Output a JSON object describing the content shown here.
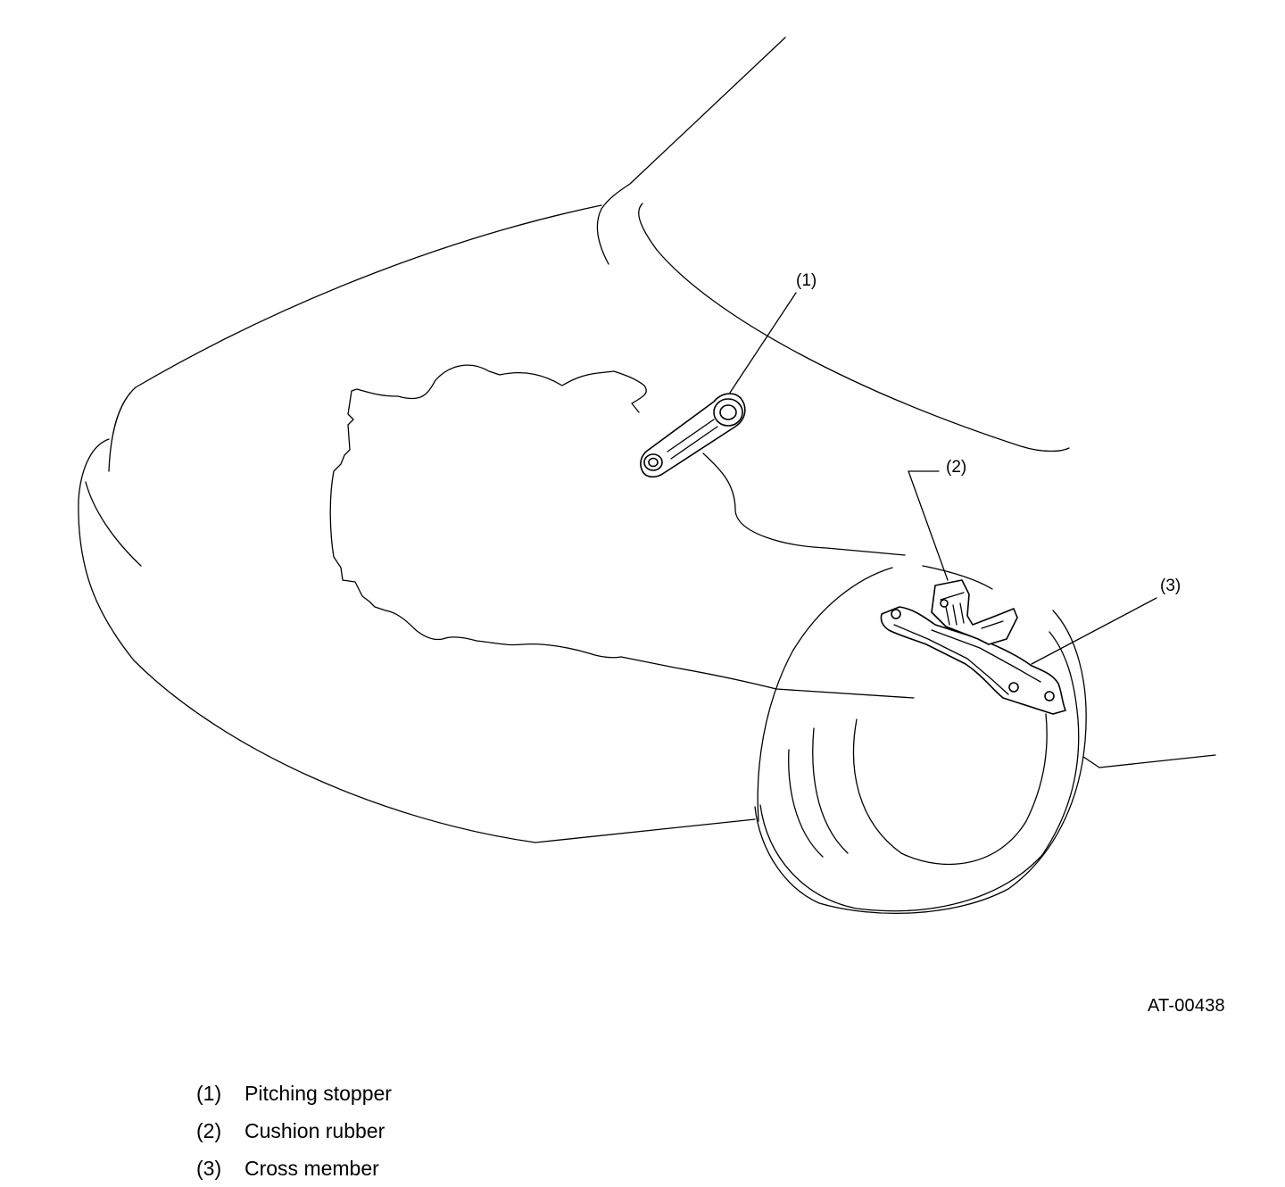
{
  "figure": {
    "id": "AT-00438",
    "callouts": [
      {
        "num": "(1)",
        "label": "Pitching stopper"
      },
      {
        "num": "(2)",
        "label": "Cushion rubber"
      },
      {
        "num": "(3)",
        "label": "Cross member"
      }
    ]
  }
}
